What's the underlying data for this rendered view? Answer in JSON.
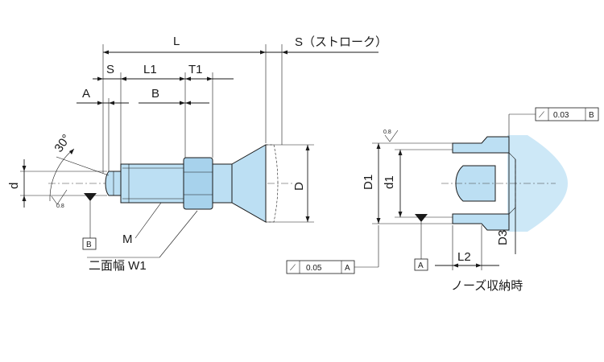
{
  "colors": {
    "part_fill": "#bcdff3",
    "part_fill_dark": "#a7d2ec",
    "fixture_fill": "#cde8f7",
    "line": "#1a1a1a"
  },
  "dimensions": {
    "L": "L",
    "S_stroke": "S（ストローク）",
    "S": "S",
    "L1": "L1",
    "T1": "T1",
    "A": "A",
    "B": "B",
    "D": "D",
    "d": "d",
    "angle": "30°",
    "D1": "D1",
    "d1": "d1",
    "D3": "D3",
    "L2": "L2"
  },
  "labels": {
    "thread": "M",
    "flats": "二面幅  W1",
    "nose_retracted": "ノーズ収納時",
    "surface_finish": "0.8"
  },
  "datums": {
    "left_datum": "B",
    "right_datum": "A"
  },
  "tolerances": {
    "perpendicularity_left": {
      "symbol": "⟋",
      "value": "0.05",
      "datum": "A"
    },
    "perpendicularity_right": {
      "symbol": "⟋",
      "value": "0.03",
      "datum": "B"
    }
  }
}
